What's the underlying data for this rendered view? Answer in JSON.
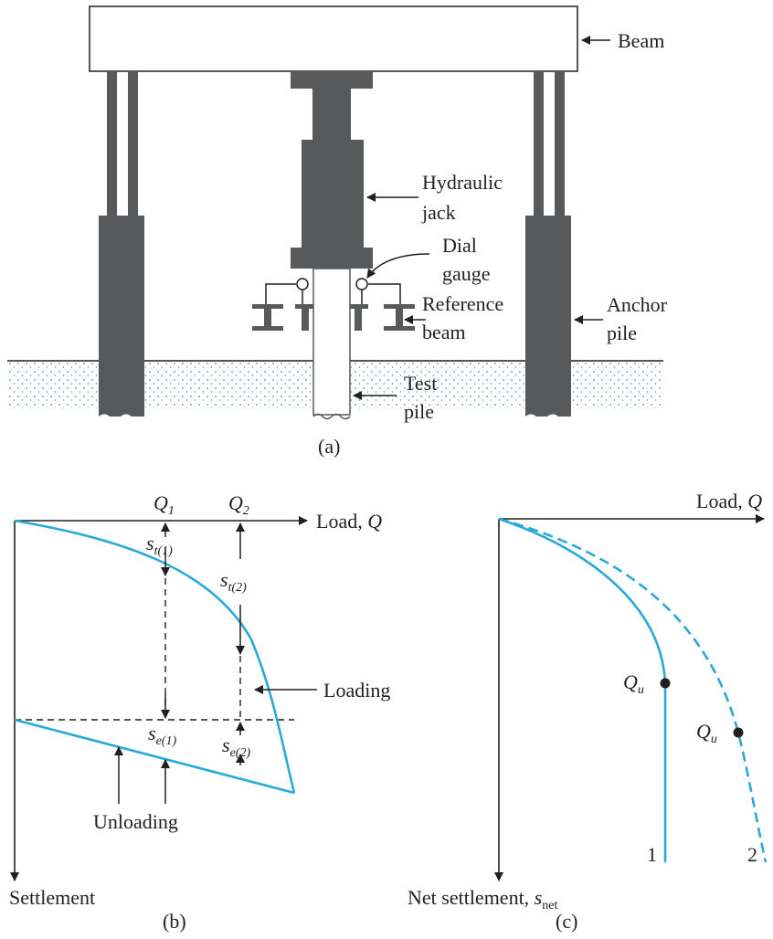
{
  "panel_a": {
    "caption": "(a)",
    "labels": {
      "beam": "Beam",
      "hydraulic_jack_1": "Hydraulic",
      "hydraulic_jack_2": "jack",
      "dial_gauge_1": "Dial",
      "dial_gauge_2": "gauge",
      "reference_beam_1": "Reference",
      "reference_beam_2": "beam",
      "anchor_pile_1": "Anchor",
      "anchor_pile_2": "pile",
      "test_pile_1": "Test",
      "test_pile_2": "pile"
    }
  },
  "panel_b": {
    "caption": "(b)",
    "x_axis": "Load, ",
    "x_axis_symbol": "Q",
    "y_axis": "Settlement",
    "q1": "Q",
    "q1_sub": "1",
    "q2": "Q",
    "q2_sub": "2",
    "st1": "s",
    "st1_sub": "t(1)",
    "st2": "s",
    "st2_sub": "t(2)",
    "se1": "s",
    "se1_sub": "e(1)",
    "se2": "s",
    "se2_sub": "e(2)",
    "loading": "Loading",
    "unloading": "Unloading"
  },
  "panel_c": {
    "caption": "(c)",
    "x_axis": "Load, ",
    "x_axis_symbol": "Q",
    "y_axis": "Net settlement, ",
    "y_axis_symbol": "s",
    "y_axis_sub": "net",
    "qu_1": "Q",
    "qu_1_sub": "u",
    "qu_2": "Q",
    "qu_2_sub": "u",
    "curve_1": "1",
    "curve_2": "2"
  },
  "colors": {
    "ink": "#231f20",
    "steel": "#58595b",
    "curve": "#29a9d8",
    "soil_dot": "#5b8fb0"
  }
}
